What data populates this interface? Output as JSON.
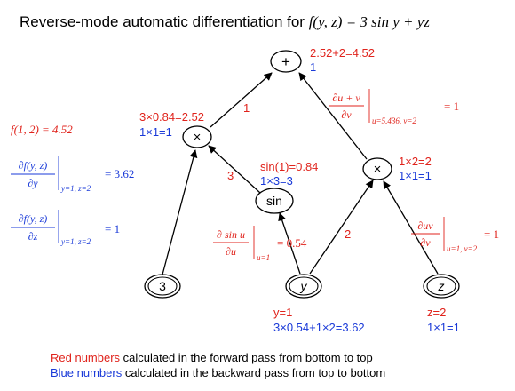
{
  "title": {
    "prefix": "Reverse-mode automatic differentiation for ",
    "formula": "f(y, z) = 3 sin y + yz"
  },
  "colors": {
    "red": "#e0231c",
    "blue": "#1a3ad8",
    "black": "#000000"
  },
  "nodes": {
    "plus": {
      "label": "+",
      "forward": "2.52+2=4.52",
      "backward": "1"
    },
    "times_left": {
      "label": "×",
      "forward": "3×0.84=2.52",
      "backward": "1×1=1"
    },
    "sin": {
      "label": "sin",
      "forward": "sin(1)=0.84",
      "backward": "1×3=3"
    },
    "times_right": {
      "label": "×",
      "forward": "1×2=2",
      "backward": "1×1=1"
    },
    "const3": {
      "label": "3"
    },
    "y": {
      "label": "y",
      "forward": "y=1",
      "backward": "3×0.54+1×2=3.62"
    },
    "z": {
      "label": "z",
      "forward": "z=2",
      "backward": "1×1=1"
    }
  },
  "edges": {
    "times_left_to_plus": "1",
    "sin_to_times_left": "3",
    "y_to_times_right": "2",
    "times_right_to_plus": {
      "num": "∂u + v",
      "den": "∂v",
      "sub": "u=5.436, v=2",
      "val": "= 1"
    },
    "y_to_sin": {
      "num": "∂ sin u",
      "den": "∂u",
      "sub": "u=1",
      "val": "= 0.54"
    },
    "z_to_times_right": {
      "num": "∂uv",
      "den": "∂v",
      "sub": "u=1, v=2",
      "val": "= 1"
    }
  },
  "results": {
    "f_value": "f(1, 2) = 4.52",
    "dfdy": {
      "num": "∂f(y, z)",
      "den": "∂y",
      "sub": "y=1, z=2",
      "val": "= 3.62"
    },
    "dfdz": {
      "num": "∂f(y, z)",
      "den": "∂z",
      "sub": "y=1, z=2",
      "val": "= 1"
    }
  },
  "legend": {
    "red_keyword": "Red numbers",
    "red_rest": " calculated in the forward pass from bottom to top",
    "blue_keyword": "Blue numbers",
    "blue_rest": " calculated in the backward pass from top to bottom"
  }
}
